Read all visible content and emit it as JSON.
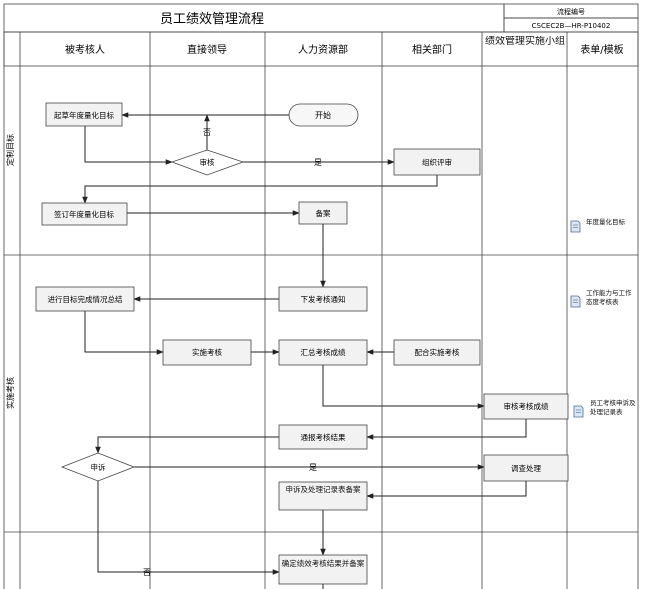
{
  "header": {
    "title": "员工绩效管理流程",
    "code_label": "流程编号",
    "code_value": "CSCEC2B—HR-P10402"
  },
  "lanes": [
    "被考核人",
    "直接领导",
    "人力资源部",
    "相关部门",
    "绩效管理实施小组",
    "表单/模板"
  ],
  "phases": [
    "定制目标",
    "实施考核"
  ],
  "nodes": {
    "draft_goal": "起草年度量化目标",
    "start": "开始",
    "review": "审核",
    "organize_review": "组织评审",
    "sign_goal": "签订年度量化目标",
    "record": "备案",
    "issue_notice": "下发考核通知",
    "summary": "进行目标完成情况总结",
    "implement": "实施考核",
    "collect": "汇总考核成绩",
    "cooperate": "配合实施考核",
    "audit": "审核考核成绩",
    "notify": "通报考核结果",
    "appeal": "申诉",
    "investigate": "调查处理",
    "appeal_record": "申诉及处理记录表备案",
    "confirm": "确定绩效考核结果并备案"
  },
  "edge_labels": {
    "no1": "否",
    "yes1": "是",
    "yes2": "是",
    "no2": "否"
  },
  "forms": [
    "年度量化目标",
    "工作能力与工作态度考核表",
    "员工考核申诉及处理记录表"
  ],
  "icons": {
    "document": "document-icon"
  }
}
